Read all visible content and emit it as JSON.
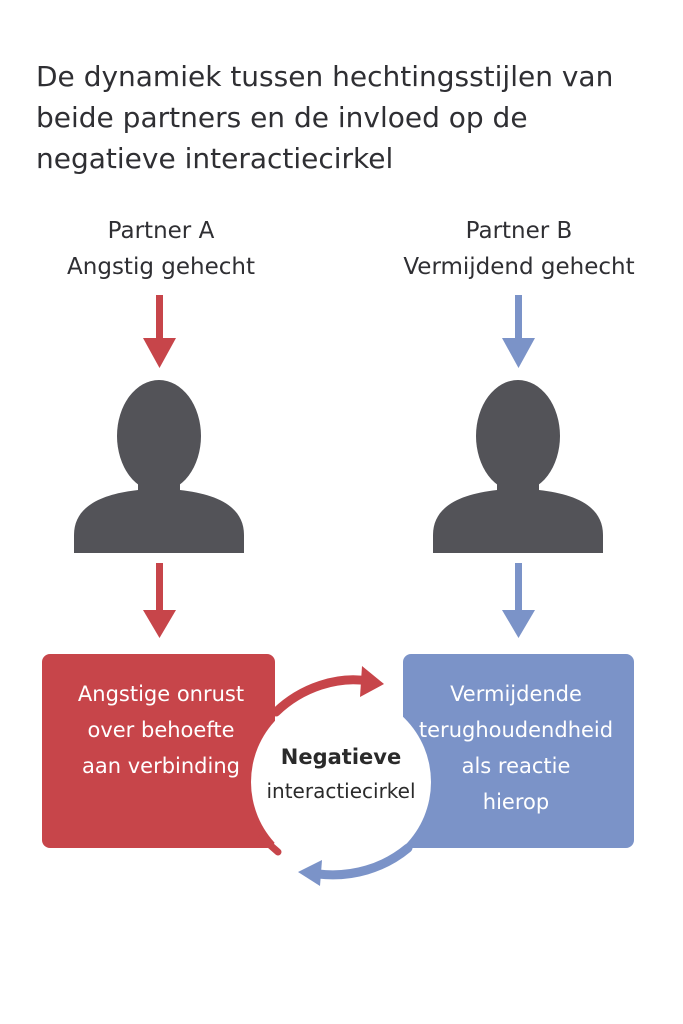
{
  "title": "De dynamiek tussen hechtingsstijlen van beide partners en de invloed op de negatieve interactiecirkel",
  "partner_a": {
    "name": "Partner A",
    "style": "Angstig gehecht",
    "box_text": "Angstige onrust\nover behoefte\naan verbinding"
  },
  "partner_b": {
    "name": "Partner B",
    "style": "Vermijdend gehecht",
    "box_text": "Vermijdende\nterughoudendheid\nals reactie\nhierop"
  },
  "center": {
    "line1": "Negatieve",
    "line2": "interactiecirkel"
  },
  "colors": {
    "red": "#c7454a",
    "blue": "#7b93c8",
    "silhouette": "#535358",
    "text": "#2f2f33"
  },
  "icons": [
    "person-silhouette-icon",
    "arrow-down-icon",
    "cycle-arrow-icon"
  ]
}
